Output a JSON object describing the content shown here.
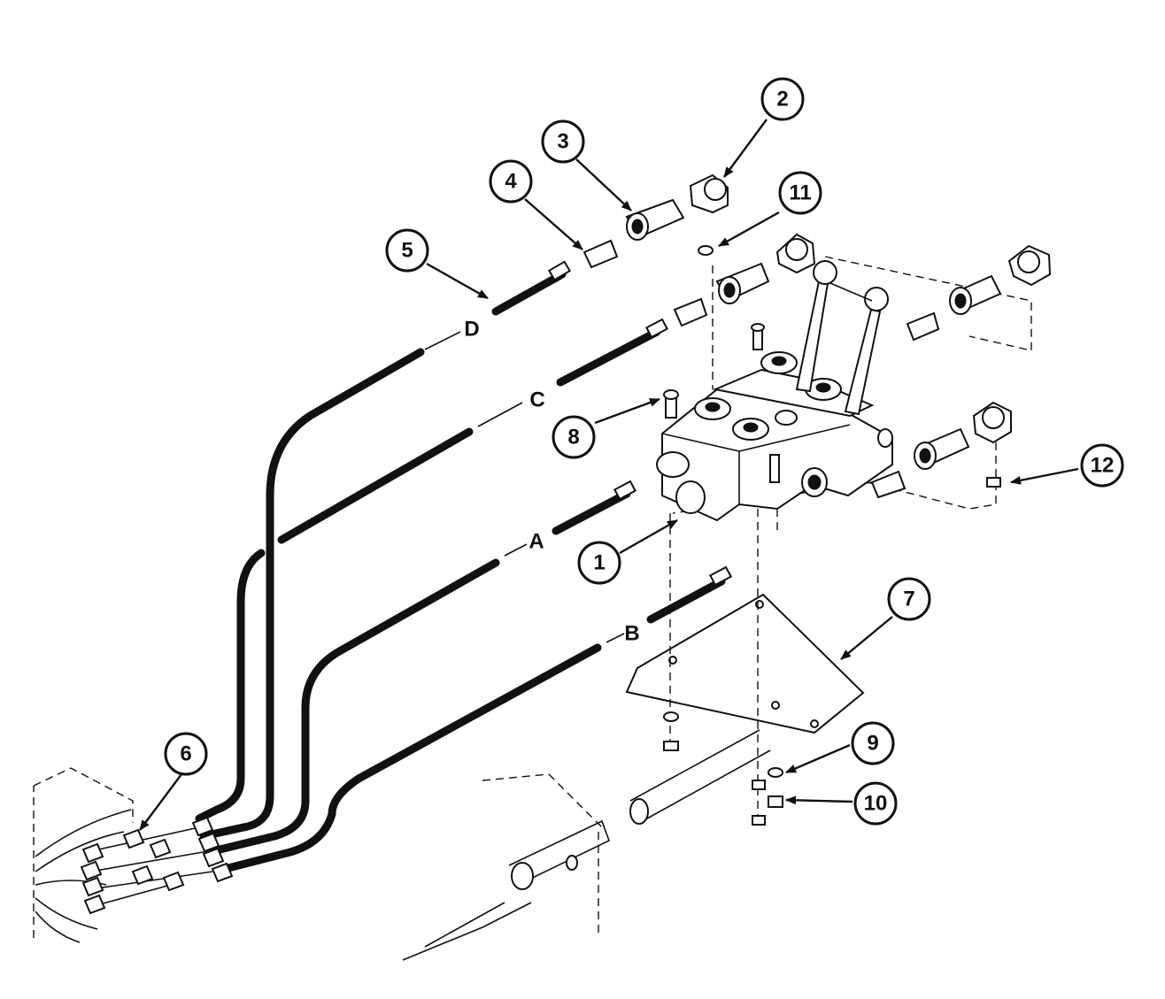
{
  "callouts": [
    "1",
    "2",
    "3",
    "4",
    "5",
    "6",
    "7",
    "8",
    "9",
    "10",
    "11",
    "12"
  ],
  "hose_labels": [
    "A",
    "B",
    "C",
    "D"
  ]
}
